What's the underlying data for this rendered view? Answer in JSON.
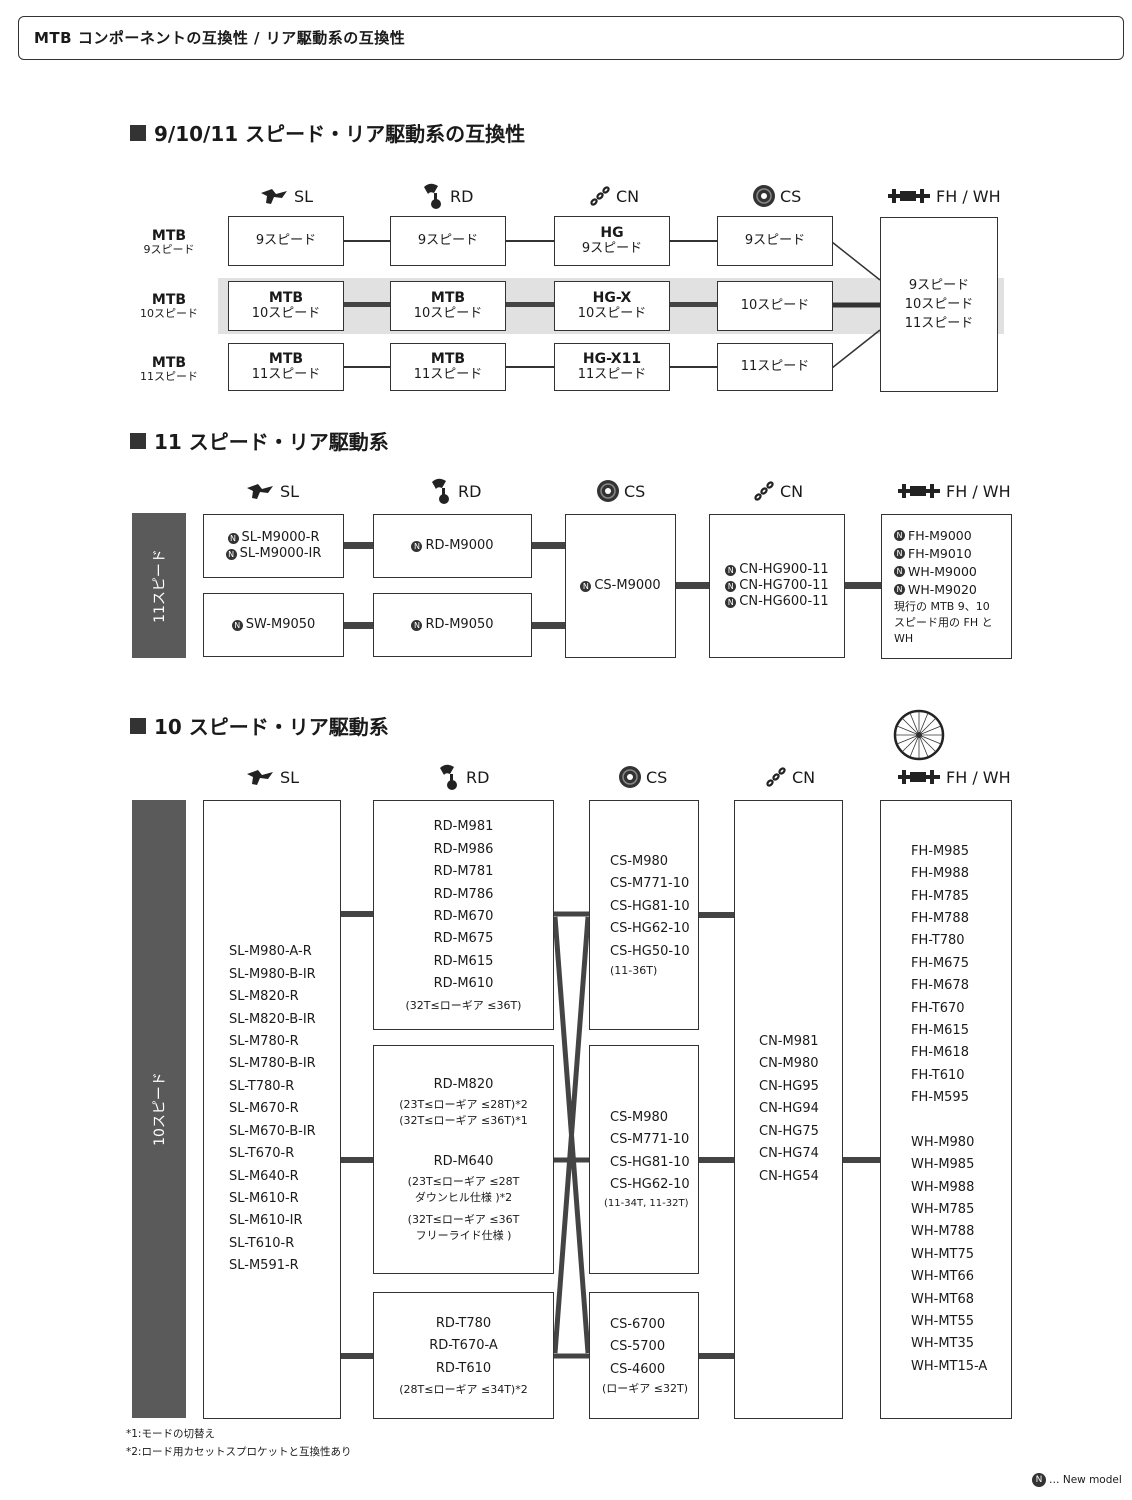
{
  "header": {
    "title": "MTB コンポーネントの互換性 / リア駆動系の互換性"
  },
  "section1": {
    "title": "9/10/11 スピード・リア駆動系の互換性",
    "columns": [
      "SL",
      "RD",
      "CN",
      "CS",
      "FH / WH"
    ],
    "rows": [
      {
        "label_top": "MTB",
        "label_bottom": "9スピード",
        "sl": [
          "",
          "9スピード"
        ],
        "rd": [
          "",
          "9スピード"
        ],
        "cn": [
          "HG",
          "9スピード"
        ],
        "cs": [
          "",
          "9スピード"
        ]
      },
      {
        "label_top": "MTB",
        "label_bottom": "10スピード",
        "sl": [
          "MTB",
          "10スピード"
        ],
        "rd": [
          "MTB",
          "10スピード"
        ],
        "cn": [
          "HG-X",
          "10スピード"
        ],
        "cs": [
          "",
          "10スピード"
        ]
      },
      {
        "label_top": "MTB",
        "label_bottom": "11スピード",
        "sl": [
          "MTB",
          "11スピード"
        ],
        "rd": [
          "MTB",
          "11スピード"
        ],
        "cn": [
          "HG-X11",
          "11スピード"
        ],
        "cs": [
          "",
          "11スピード"
        ]
      }
    ],
    "fh": [
      "9スピード",
      "10スピード",
      "11スピード"
    ]
  },
  "section2": {
    "title": "11 スピード・リア駆動系",
    "columns": [
      "SL",
      "RD",
      "CS",
      "CN",
      "FH / WH"
    ],
    "bar_label": "11スピード",
    "sl1": [
      "SL-M9000-R",
      "SL-M9000-IR"
    ],
    "sl2": "SW-M9050",
    "rd1": "RD-M9000",
    "rd2": "RD-M9050",
    "cs": "CS-M9000",
    "cn": [
      "CN-HG900-11",
      "CN-HG700-11",
      "CN-HG600-11"
    ],
    "fh": [
      "FH-M9000",
      "FH-M9010",
      "WH-M9000",
      "WH-M9020"
    ],
    "fh_note": [
      "現行の MTB 9、10",
      "スピード用の FH と",
      "WH"
    ],
    "n_mark": "N"
  },
  "section3": {
    "title": "10 スピード・リア駆動系",
    "columns": [
      "SL",
      "RD",
      "CS",
      "CN",
      "FH / WH"
    ],
    "bar_label": "10スピード",
    "sl": [
      "SL-M980-A-R",
      "SL-M980-B-IR",
      "SL-M820-R",
      "SL-M820-B-IR",
      "SL-M780-R",
      "SL-M780-B-IR",
      "SL-T780-R",
      "SL-M670-R",
      "SL-M670-B-IR",
      "SL-T670-R",
      "SL-M640-R",
      "SL-M610-R",
      "SL-M610-IR",
      "SL-T610-R",
      "SL-M591-R"
    ],
    "rd1": [
      "RD-M981",
      "RD-M986",
      "RD-M781",
      "RD-M786",
      "RD-M670",
      "RD-M675",
      "RD-M615",
      "RD-M610"
    ],
    "rd1_note": "(32T≤ローギア ≤36T)",
    "rd2": {
      "name1": "RD-M820",
      "n1a": "(23T≤ローギア ≤28T)*2",
      "n1b": "(32T≤ローギア ≤36T)*1",
      "name2": "RD-M640",
      "n2a": "(23T≤ローギア ≤28T",
      "n2b": "ダウンヒル仕様 )*2",
      "n2c": "(32T≤ローギア ≤36T",
      "n2d": "フリーライド仕様 )"
    },
    "rd3": [
      "RD-T780",
      "RD-T670-A",
      "RD-T610"
    ],
    "rd3_note": "(28T≤ローギア ≤34T)*2",
    "cs1": [
      "CS-M980",
      "CS-M771-10",
      "CS-HG81-10",
      "CS-HG62-10",
      "CS-HG50-10"
    ],
    "cs1_note": "(11-36T)",
    "cs2": [
      "CS-M980",
      "CS-M771-10",
      "CS-HG81-10",
      "CS-HG62-10"
    ],
    "cs2_note": "(11-34T, 11-32T)",
    "cs3": [
      "CS-6700",
      "CS-5700",
      "CS-4600"
    ],
    "cs3_note": "(ローギア ≤32T)",
    "cn": [
      "CN-M981",
      "CN-M980",
      "CN-HG95",
      "CN-HG94",
      "CN-HG75",
      "CN-HG74",
      "CN-HG54"
    ],
    "fh": [
      "FH-M985",
      "FH-M988",
      "FH-M785",
      "FH-M788",
      "FH-T780",
      "FH-M675",
      "FH-M678",
      "FH-T670",
      "FH-M615",
      "FH-M618",
      "FH-T610",
      "FH-M595"
    ],
    "wh": [
      "WH-M980",
      "WH-M985",
      "WH-M988",
      "WH-M785",
      "WH-M788",
      "WH-MT75",
      "WH-MT66",
      "WH-MT68",
      "WH-MT55",
      "WH-MT35",
      "WH-MT15-A"
    ]
  },
  "footnotes": [
    "*1:モードの切替え",
    "*2:ロード用カセットスプロケットと互換性あり"
  ],
  "legend": {
    "mark": "N",
    "text": "… New model"
  }
}
